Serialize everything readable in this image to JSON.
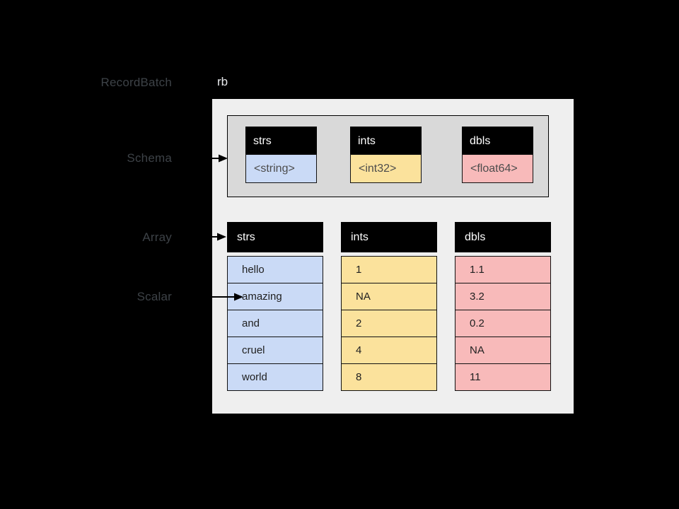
{
  "labels": {
    "record_batch": "RecordBatch",
    "schema": "Schema",
    "array": "Array",
    "scalar": "Scalar",
    "instance": "rb"
  },
  "schema": {
    "fields": [
      {
        "name": "strs",
        "type": "<string>",
        "color": "#cadaf6"
      },
      {
        "name": "ints",
        "type": "<int32>",
        "color": "#fbe29c"
      },
      {
        "name": "dbls",
        "type": "<float64>",
        "color": "#f8baba"
      }
    ]
  },
  "arrays": [
    {
      "name": "strs",
      "color": "#cadaf6",
      "values": [
        "hello",
        "amazing",
        "and",
        "cruel",
        "world"
      ]
    },
    {
      "name": "ints",
      "color": "#fbe29c",
      "values": [
        "1",
        "NA",
        "2",
        "4",
        "8"
      ]
    },
    {
      "name": "dbls",
      "color": "#f8baba",
      "values": [
        "1.1",
        "3.2",
        "0.2",
        "NA",
        "11"
      ]
    }
  ],
  "icons": {
    "schema_arrow": "right-arrow",
    "array_arrow": "right-arrow",
    "scalar_arrow": "right-arrow"
  },
  "colors": {
    "canvas": "#000000",
    "outer_box": "#efefef",
    "schema_box": "#d9d9d9",
    "header_fill": "#000000",
    "header_text": "#ffffff",
    "cell_text": "#212121",
    "type_text": "#4c4c4c",
    "side_label_text": "#3d4247",
    "instance_label_text": "#e8eaed",
    "arrow": "#000000"
  }
}
